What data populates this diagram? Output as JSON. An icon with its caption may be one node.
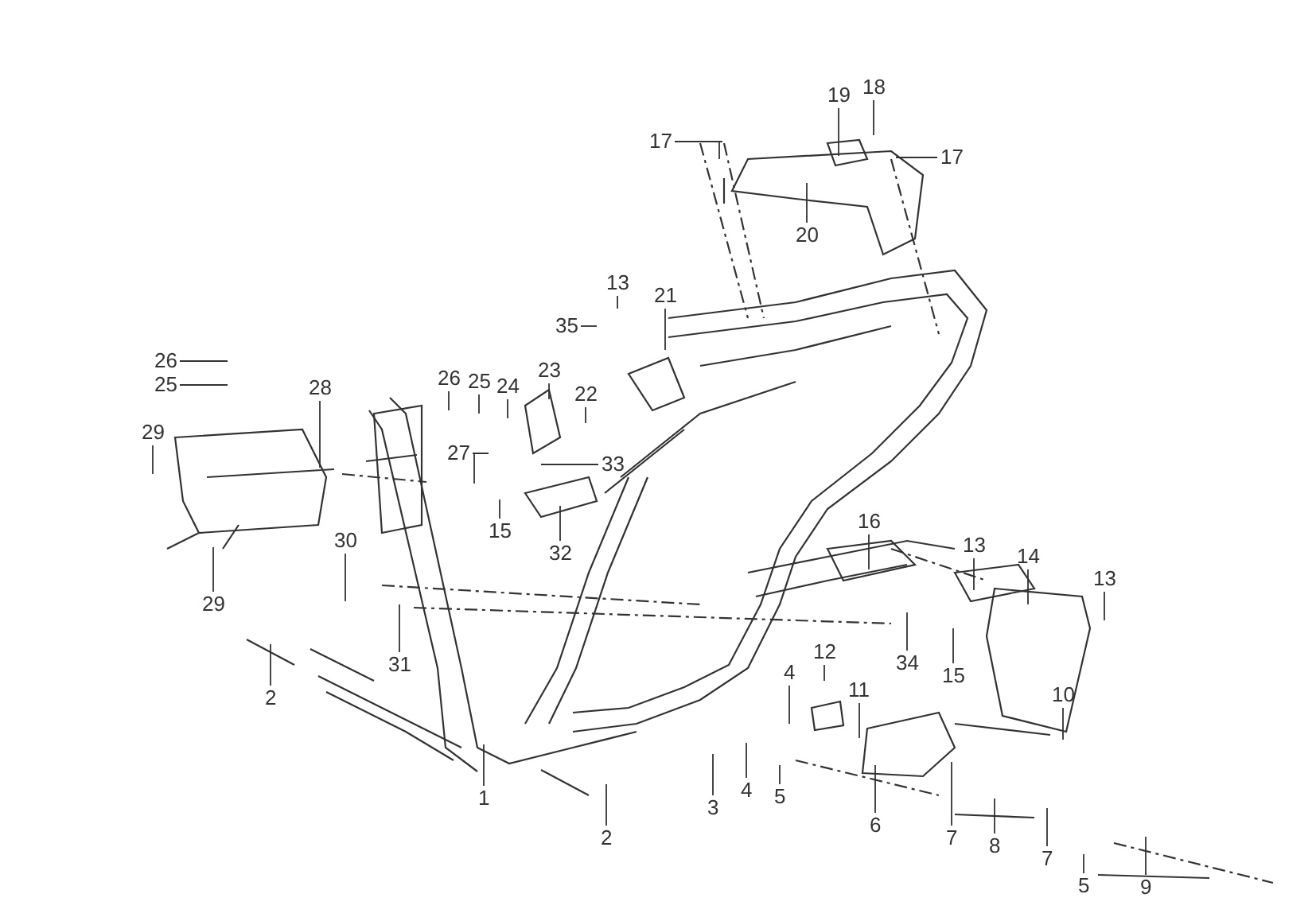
{
  "diagram": {
    "nodes": [
      {
        "text": [
          "17"
        ]
      },
      {
        "text": [
          "19"
        ]
      },
      {
        "text": [
          "18"
        ]
      },
      {
        "text": [
          "17"
        ]
      },
      {
        "text": [
          "20"
        ]
      },
      {
        "text": [
          "21"
        ]
      },
      {
        "text": [
          "13"
        ]
      },
      {
        "text": [
          "35"
        ]
      },
      {
        "text": [
          "26"
        ]
      },
      {
        "text": [
          "25"
        ]
      },
      {
        "text": [
          "28"
        ]
      },
      {
        "text": [
          "26"
        ]
      },
      {
        "text": [
          "25"
        ]
      },
      {
        "text": [
          "24"
        ]
      },
      {
        "text": [
          "23"
        ]
      },
      {
        "text": [
          "22"
        ]
      },
      {
        "text": [
          "29"
        ]
      },
      {
        "text": [
          "27"
        ]
      },
      {
        "text": [
          "33"
        ]
      },
      {
        "text": [
          "15"
        ]
      },
      {
        "text": [
          "32"
        ]
      },
      {
        "text": [
          "30"
        ]
      },
      {
        "text": [
          "16"
        ]
      },
      {
        "text": [
          "13"
        ]
      },
      {
        "text": [
          "14"
        ]
      },
      {
        "text": [
          "13"
        ]
      },
      {
        "text": [
          "29"
        ]
      },
      {
        "text": [
          "31"
        ]
      },
      {
        "text": [
          "15"
        ]
      },
      {
        "text": [
          "34"
        ]
      },
      {
        "text": [
          "2"
        ]
      },
      {
        "text": [
          "12"
        ]
      },
      {
        "text": [
          "4"
        ]
      },
      {
        "text": [
          "11"
        ]
      },
      {
        "text": [
          "10"
        ]
      },
      {
        "text": [
          "1"
        ]
      },
      {
        "text": [
          "4"
        ]
      },
      {
        "text": [
          "5"
        ]
      },
      {
        "text": [
          "3"
        ]
      },
      {
        "text": [
          "6"
        ]
      },
      {
        "text": [
          "7"
        ]
      },
      {
        "text": [
          "8"
        ]
      },
      {
        "text": [
          "2"
        ]
      },
      {
        "text": [
          "7"
        ]
      },
      {
        "text": [
          "5"
        ]
      },
      {
        "text": [
          "9"
        ]
      }
    ],
    "edges": [
      {
        "from": 0,
        "to": null,
        "arrow": "none"
      },
      {
        "from": 1,
        "to": null,
        "arrow": "none"
      },
      {
        "from": 2,
        "to": null,
        "arrow": "none"
      },
      {
        "from": 3,
        "to": null,
        "arrow": "none"
      },
      {
        "from": 4,
        "to": null,
        "arrow": "none"
      },
      {
        "from": 5,
        "to": null,
        "arrow": "none"
      },
      {
        "from": 6,
        "to": null,
        "arrow": "none"
      },
      {
        "from": 7,
        "to": null,
        "arrow": "none"
      },
      {
        "from": 8,
        "to": null,
        "arrow": "none"
      },
      {
        "from": 9,
        "to": null,
        "arrow": "none"
      },
      {
        "from": 10,
        "to": null,
        "arrow": "none"
      },
      {
        "from": 11,
        "to": null,
        "arrow": "none"
      },
      {
        "from": 12,
        "to": null,
        "arrow": "none"
      },
      {
        "from": 13,
        "to": null,
        "arrow": "none"
      },
      {
        "from": 14,
        "to": null,
        "arrow": "none"
      },
      {
        "from": 15,
        "to": null,
        "arrow": "none"
      },
      {
        "from": 16,
        "to": null,
        "arrow": "none"
      },
      {
        "from": 17,
        "to": null,
        "arrow": "none"
      },
      {
        "from": 18,
        "to": null,
        "arrow": "none"
      },
      {
        "from": 19,
        "to": null,
        "arrow": "none"
      },
      {
        "from": 20,
        "to": null,
        "arrow": "none"
      },
      {
        "from": 21,
        "to": null,
        "arrow": "none"
      },
      {
        "from": 22,
        "to": null,
        "arrow": "none"
      },
      {
        "from": 23,
        "to": null,
        "arrow": "none"
      },
      {
        "from": 24,
        "to": null,
        "arrow": "none"
      },
      {
        "from": 25,
        "to": null,
        "arrow": "none"
      },
      {
        "from": 26,
        "to": null,
        "arrow": "none"
      },
      {
        "from": 27,
        "to": null,
        "arrow": "none"
      },
      {
        "from": 28,
        "to": null,
        "arrow": "none"
      },
      {
        "from": 29,
        "to": null,
        "arrow": "none"
      },
      {
        "from": 30,
        "to": null,
        "arrow": "none"
      },
      {
        "from": 31,
        "to": null,
        "arrow": "none"
      },
      {
        "from": 32,
        "to": null,
        "arrow": "none"
      },
      {
        "from": 33,
        "to": null,
        "arrow": "none"
      },
      {
        "from": 34,
        "to": null,
        "arrow": "none"
      },
      {
        "from": 35,
        "to": null,
        "arrow": "none"
      },
      {
        "from": 36,
        "to": null,
        "arrow": "none"
      },
      {
        "from": 37,
        "to": null,
        "arrow": "none"
      },
      {
        "from": 38,
        "to": null,
        "arrow": "none"
      },
      {
        "from": 39,
        "to": null,
        "arrow": "none"
      },
      {
        "from": 40,
        "to": null,
        "arrow": "none"
      },
      {
        "from": 41,
        "to": null,
        "arrow": "none"
      },
      {
        "from": 42,
        "to": null,
        "arrow": "none"
      },
      {
        "from": 43,
        "to": null,
        "arrow": "none"
      },
      {
        "from": 44,
        "to": null,
        "arrow": "none"
      },
      {
        "from": 45,
        "to": null,
        "arrow": "none"
      }
    ]
  }
}
